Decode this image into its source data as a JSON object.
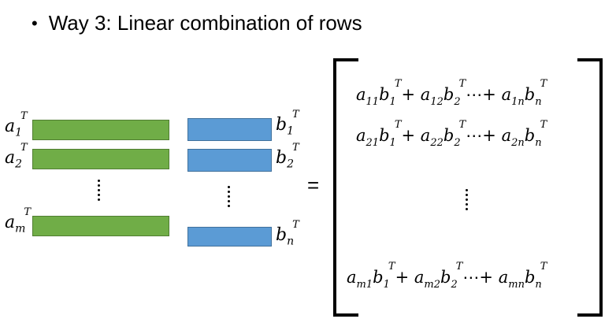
{
  "title": "Way 3: Linear combination of rows",
  "equals": "=",
  "left_rows": [
    {
      "name": "a",
      "sub": "1",
      "sup": "T"
    },
    {
      "name": "a",
      "sub": "2",
      "sup": "T"
    },
    {
      "name": "a",
      "sub": "m",
      "sup": "T"
    }
  ],
  "right_rows": [
    {
      "name": "b",
      "sub": "1",
      "sup": "T"
    },
    {
      "name": "b",
      "sub": "2",
      "sup": "T"
    },
    {
      "name": "b",
      "sub": "n",
      "sup": "T"
    }
  ],
  "result_rows": [
    {
      "t1a": "11",
      "t1b": "1",
      "t2a": "12",
      "t2b": "2",
      "tna": "1n",
      "tnb": "n"
    },
    {
      "t1a": "21",
      "t1b": "1",
      "t2a": "22",
      "t2b": "2",
      "tna": "2n",
      "tnb": "n"
    },
    {
      "t1a": "m1",
      "t1b": "1",
      "t2a": "m2",
      "t2b": "2",
      "tna": "mn",
      "tnb": "n"
    }
  ],
  "symbols": {
    "a": "a",
    "b": "b",
    "T": "T",
    "plus": "+",
    "cdots": "⋯"
  },
  "colors": {
    "row_a": "#70ad47",
    "row_b": "#5b9bd5"
  }
}
